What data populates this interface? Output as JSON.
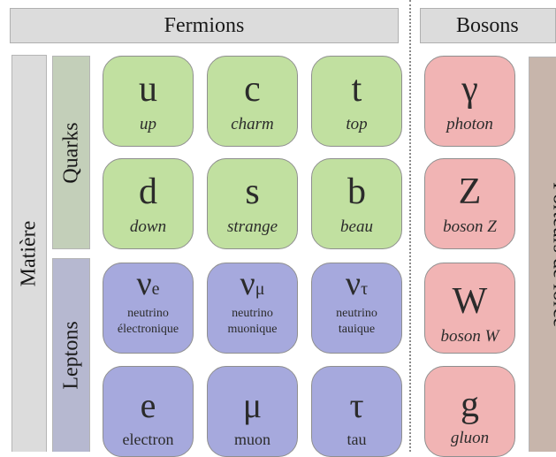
{
  "headers": {
    "fermions": "Fermions",
    "bosons": "Bosons"
  },
  "side_labels": {
    "matiere": "Matière",
    "quarks": "Quarks",
    "leptons": "Leptons",
    "porteurs": "Porteurs de force"
  },
  "quarks": [
    {
      "symbol": "u",
      "name": "up"
    },
    {
      "symbol": "c",
      "name": "charm"
    },
    {
      "symbol": "t",
      "name": "top"
    },
    {
      "symbol": "d",
      "name": "down"
    },
    {
      "symbol": "s",
      "name": "strange"
    },
    {
      "symbol": "b",
      "name": "beau"
    }
  ],
  "neutrinos": [
    {
      "symbol": "ν",
      "sub": "e",
      "line1": "neutrino",
      "line2": "électronique"
    },
    {
      "symbol": "ν",
      "sub": "μ",
      "line1": "neutrino",
      "line2": "muonique"
    },
    {
      "symbol": "ν",
      "sub": "τ",
      "line1": "neutrino",
      "line2": "tauique"
    }
  ],
  "charged_leptons": [
    {
      "symbol": "e",
      "name": "electron"
    },
    {
      "symbol": "μ",
      "name": "muon"
    },
    {
      "symbol": "τ",
      "name": "tau"
    }
  ],
  "bosons": [
    {
      "symbol": "γ",
      "name": "photon"
    },
    {
      "symbol": "Z",
      "name": "boson Z"
    },
    {
      "symbol": "W",
      "name": "boson W"
    },
    {
      "symbol": "g",
      "name": "gluon"
    }
  ],
  "colors": {
    "quark": "#c1e0a0",
    "lepton": "#a6a9dd",
    "boson": "#f1b4b4",
    "matiere_bar": "#dcdcdc",
    "quarks_bar": "#c3cfb9",
    "leptons_bar": "#b6b8d0",
    "porteurs_bar": "#c7b5ab"
  }
}
